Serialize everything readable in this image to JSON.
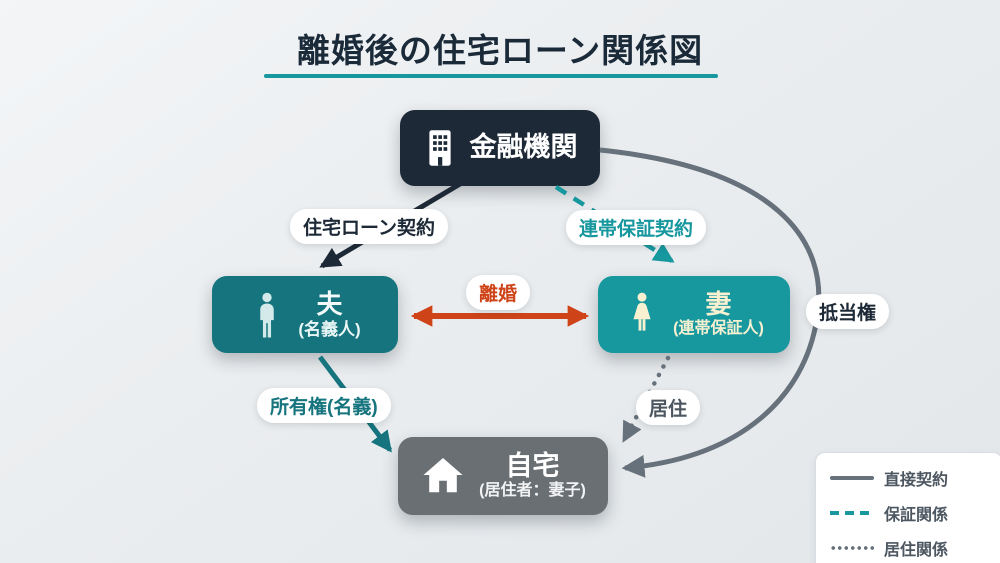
{
  "title": {
    "text": "離婚後の住宅ローン関係図"
  },
  "nodes": {
    "bank": {
      "label": "金融機関",
      "icon": "building-icon"
    },
    "husband": {
      "label": "夫",
      "sublabel": "(名義人)",
      "icon": "man-icon"
    },
    "wife": {
      "label": "妻",
      "sublabel": "(連帯保証人)",
      "icon": "woman-icon"
    },
    "home": {
      "label": "自宅",
      "sublabel": "(居住者：妻子)",
      "icon": "house-icon"
    }
  },
  "edges": {
    "loan": {
      "label": "住宅ローン契約",
      "style": "solid",
      "from": "bank",
      "to": "husband"
    },
    "guarantee": {
      "label": "連帯保証契約",
      "style": "dashed",
      "from": "bank",
      "to": "wife"
    },
    "divorce": {
      "label": "離婚",
      "style": "solid-double",
      "from": "husband",
      "to": "wife"
    },
    "ownership": {
      "label": "所有権(名義)",
      "style": "solid",
      "from": "husband",
      "to": "home"
    },
    "residence": {
      "label": "居住",
      "style": "dotted",
      "from": "wife",
      "to": "home"
    },
    "mortgage": {
      "label": "抵当権",
      "style": "solid-curved",
      "from": "bank",
      "to": "home"
    }
  },
  "legend": {
    "items": [
      {
        "label": "直接契約",
        "style": "solid"
      },
      {
        "label": "保証関係",
        "style": "dashed"
      },
      {
        "label": "居住関係",
        "style": "dotted"
      }
    ]
  },
  "colors": {
    "navy": "#1d2936",
    "title": "#1b2a39",
    "teal": "#17979e",
    "teal_dark": "#15747d",
    "orange": "#ce4418",
    "gray_box": "#6a6f74",
    "gray_line": "#67717b",
    "gray_text": "#4d5761",
    "cream": "#f7f1d2",
    "pale_teal": "#d3e9ea"
  }
}
